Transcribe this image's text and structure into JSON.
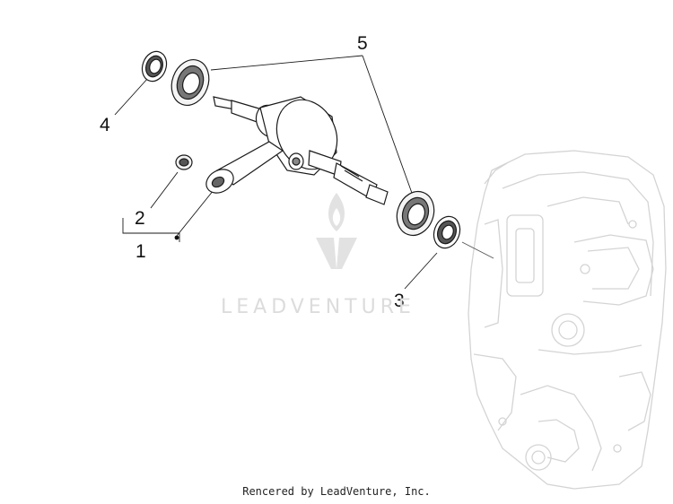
{
  "callouts": {
    "part_1": "1",
    "part_2": "2",
    "part_3": "3",
    "part_4": "4",
    "part_5": "5"
  },
  "watermark": {
    "text": "LEADVENTURE",
    "icon": "flame-v-logo-icon"
  },
  "credit": "Rencered by LeadVenture, Inc.",
  "colors": {
    "line": "#1a1a1a",
    "faded_line": "#d8d8d8",
    "watermark": "#dcdcdc"
  }
}
